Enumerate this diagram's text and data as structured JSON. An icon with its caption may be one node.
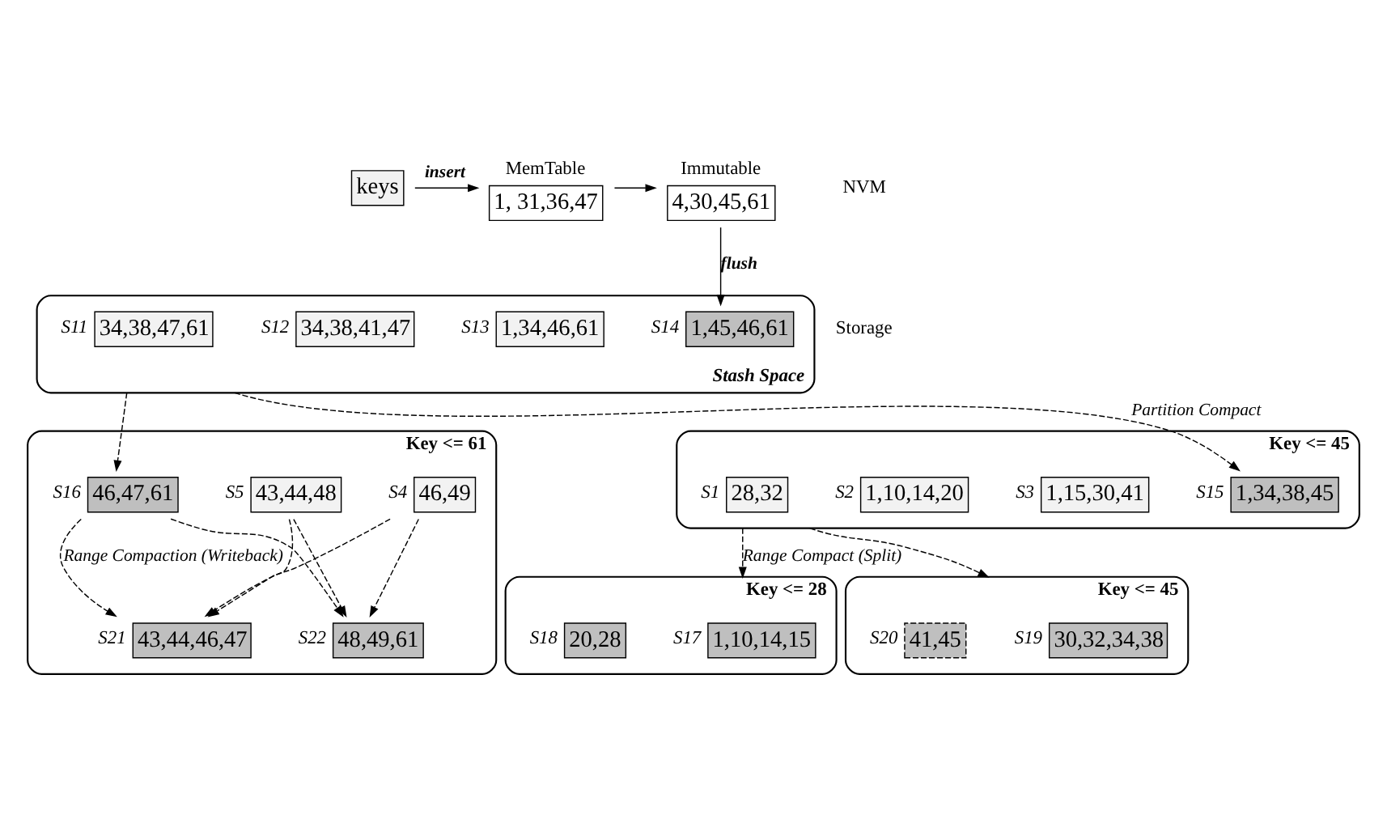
{
  "diagram": {
    "nodes": [
      {
        "text": [
          "Immutable",
          "4,30,45,61"
        ]
      },
      {
        "text": [
          "MemTable",
          "1, 31,36,47"
        ]
      },
      {
        "text": [
          "keys"
        ]
      },
      {
        "text": [
          "Stash Space"
        ]
      },
      {
        "text": [
          "1,45,46,61"
        ],
        "beside": [
          "S14"
        ],
        "in": 3
      },
      {
        "text": [
          "1,34,46,61"
        ],
        "beside": [
          "S13"
        ],
        "in": 3
      },
      {
        "text": [
          "34,38,41,47"
        ],
        "beside": [
          "S12"
        ],
        "in": 3
      },
      {
        "text": [
          "34,38,47,61"
        ],
        "beside": [
          "S11"
        ],
        "in": 3
      },
      {
        "text": [
          "Key <= 45"
        ]
      },
      {
        "text": [
          "1,34,38,45"
        ],
        "beside": [
          "S15"
        ],
        "in": 8
      },
      {
        "text": [
          "1,15,30,41"
        ],
        "beside": [
          "S3"
        ],
        "in": 8
      },
      {
        "text": [
          "1,10,14,20"
        ],
        "beside": [
          "S2"
        ],
        "in": 8
      },
      {
        "text": [
          "28,32"
        ],
        "beside": [
          "S1"
        ],
        "in": 8
      },
      {
        "text": [
          "Key <= 61"
        ]
      },
      {
        "text": [
          "46,47,61"
        ],
        "beside": [
          "S16"
        ],
        "in": 13
      },
      {
        "text": [
          "46,49"
        ],
        "beside": [
          "S4"
        ],
        "in": 13
      },
      {
        "text": [
          "43,44,48"
        ],
        "beside": [
          "S5"
        ],
        "in": 13
      },
      {
        "text": [
          "43,44,46,47"
        ],
        "beside": [
          "S21"
        ],
        "in": 13
      },
      {
        "text": [
          "48,49,61"
        ],
        "beside": [
          "S22"
        ],
        "in": 13
      },
      {
        "text": [
          "Key <= 28"
        ]
      },
      {
        "text": [
          "1,10,14,15"
        ],
        "beside": [
          "S17"
        ],
        "in": 19
      },
      {
        "text": [
          "20,28"
        ],
        "beside": [
          "S18"
        ],
        "in": 19
      },
      {
        "text": [
          "Key <= 45"
        ]
      },
      {
        "text": [
          "30,32,34,38"
        ],
        "beside": [
          "S19"
        ],
        "in": 22
      },
      {
        "text": [
          "41,45"
        ],
        "beside": [
          "S20"
        ],
        "in": 22
      }
    ],
    "edges": [
      {
        "from": 2,
        "to": 1,
        "arrow": "to",
        "label": "insert"
      },
      {
        "from": 1,
        "to": 0,
        "arrow": "to"
      },
      {
        "from": 0,
        "to": 4,
        "arrow": "to",
        "label": "flush"
      },
      {
        "from": 3,
        "to": 9,
        "arrow": "to",
        "style": "dashed",
        "label": "Partition Compact"
      },
      {
        "from": 3,
        "to": 14,
        "arrow": "to",
        "style": "dashed"
      },
      {
        "from": 14,
        "to": 17,
        "arrow": "to",
        "style": "dashed",
        "label": "Range Compaction (Writeback)"
      },
      {
        "from": 14,
        "to": 18,
        "arrow": "to",
        "style": "dashed"
      },
      {
        "from": 15,
        "to": 17,
        "arrow": "to",
        "style": "dashed"
      },
      {
        "from": 15,
        "to": 18,
        "arrow": "to",
        "style": "dashed"
      },
      {
        "from": 16,
        "to": 17,
        "arrow": "to",
        "style": "dashed"
      },
      {
        "from": 16,
        "to": 18,
        "arrow": "to",
        "style": "dashed"
      },
      {
        "from": 8,
        "to": 19,
        "arrow": "to",
        "style": "dashed",
        "label": "Range Compact (Split)"
      },
      {
        "from": 8,
        "to": 22,
        "arrow": "to",
        "style": "dashed"
      }
    ],
    "labels": [
      "NVM",
      "Storage"
    ]
  }
}
